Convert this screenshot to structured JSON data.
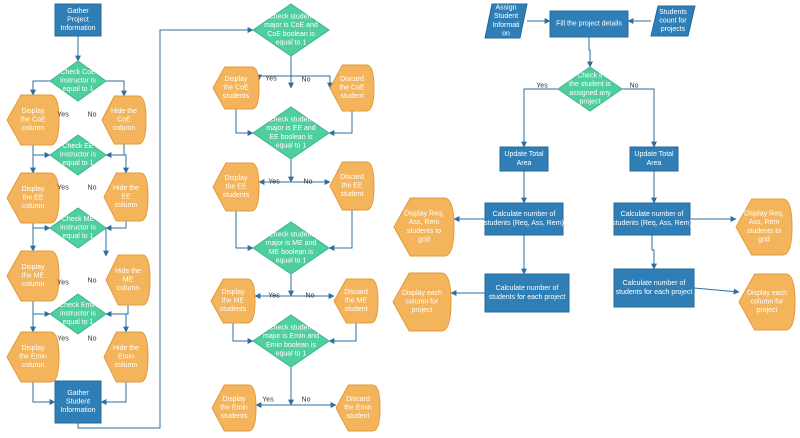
{
  "colors": {
    "process": "#2f7fb6",
    "decision": "#4fce9f",
    "display": "#f4b45b",
    "display_stroke": "#e29a3c",
    "connector": "#2f6ea0",
    "label": "#333333"
  },
  "nodes": [
    {
      "id": "gather-project",
      "shape": "process",
      "lines": [
        "Gather",
        "Project",
        "Information"
      ]
    },
    {
      "id": "check-coe-instr",
      "shape": "decision",
      "lines": [
        "Check CoE",
        "instructor is",
        "equal to 1"
      ]
    },
    {
      "id": "display-coe-col",
      "shape": "display",
      "lines": [
        "Display",
        "the CoE",
        "column"
      ]
    },
    {
      "id": "hide-coe-col",
      "shape": "display",
      "lines": [
        "Hide the",
        "CoE",
        "column"
      ]
    },
    {
      "id": "check-ee-instr",
      "shape": "decision",
      "lines": [
        "Check EE",
        "Instructor is",
        "equal to 1"
      ]
    },
    {
      "id": "display-ee-col",
      "shape": "display",
      "lines": [
        "Display",
        "the EE",
        "column"
      ]
    },
    {
      "id": "hide-ee-col",
      "shape": "display",
      "lines": [
        "Hide the",
        "EE",
        "column"
      ]
    },
    {
      "id": "check-me-instr",
      "shape": "decision",
      "lines": [
        "Check ME",
        "instructor is",
        "equal to 1"
      ]
    },
    {
      "id": "display-me-col",
      "shape": "display",
      "lines": [
        "Display",
        "the ME",
        "column"
      ]
    },
    {
      "id": "hide-me-col",
      "shape": "display",
      "lines": [
        "Hide the",
        "ME",
        "column"
      ]
    },
    {
      "id": "check-emin-instr",
      "shape": "decision",
      "lines": [
        "Check Emin",
        "instructor is",
        "equal to 1"
      ]
    },
    {
      "id": "display-emin-col",
      "shape": "display",
      "lines": [
        "Display",
        "the Emin",
        "column"
      ]
    },
    {
      "id": "hide-emin-col",
      "shape": "display",
      "lines": [
        "Hide the",
        "Emin",
        "column"
      ]
    },
    {
      "id": "gather-student",
      "shape": "process",
      "lines": [
        "Gather",
        "Student",
        "Information"
      ]
    },
    {
      "id": "check-coe-major",
      "shape": "decision",
      "lines": [
        "Check student",
        "major is CoE and",
        "CoE boolean is",
        "equal to 1"
      ]
    },
    {
      "id": "display-coe-students",
      "shape": "display",
      "lines": [
        "Display",
        "the CoE",
        "students"
      ]
    },
    {
      "id": "discard-coe-student",
      "shape": "display",
      "lines": [
        "Discard",
        "the CoE",
        "student"
      ]
    },
    {
      "id": "check-ee-major",
      "shape": "decision",
      "lines": [
        "Check student",
        "major is EE and",
        "EE boolean is",
        "equal to 1"
      ]
    },
    {
      "id": "display-ee-students",
      "shape": "display",
      "lines": [
        "Display",
        "the EE",
        "students"
      ]
    },
    {
      "id": "discard-ee-student",
      "shape": "display",
      "lines": [
        "Discard",
        "the EE",
        "student"
      ]
    },
    {
      "id": "check-me-major",
      "shape": "decision",
      "lines": [
        "Check student",
        "major is ME and",
        "ME boolean is",
        "equal to 1"
      ]
    },
    {
      "id": "display-me-students",
      "shape": "display",
      "lines": [
        "Display",
        "the ME",
        "students"
      ]
    },
    {
      "id": "discard-me-student",
      "shape": "display",
      "lines": [
        "Discard",
        "the ME",
        "student"
      ]
    },
    {
      "id": "check-emin-major",
      "shape": "decision",
      "lines": [
        "Check student",
        "major is Emin and",
        "Emin boolean is",
        "equal to 1"
      ]
    },
    {
      "id": "display-emin-students",
      "shape": "display",
      "lines": [
        "Display",
        "the Emin",
        "students"
      ]
    },
    {
      "id": "discard-emin-student",
      "shape": "display",
      "lines": [
        "Discard",
        "the Emin",
        "student"
      ]
    },
    {
      "id": "assign-student-info",
      "shape": "data",
      "lines": [
        "Assign",
        "Student",
        "Informati",
        "on"
      ]
    },
    {
      "id": "fill-project-details",
      "shape": "process",
      "lines": [
        "Fill the project details"
      ]
    },
    {
      "id": "students-count",
      "shape": "data",
      "lines": [
        "Students",
        "count for",
        "projects"
      ]
    },
    {
      "id": "check-assigned",
      "shape": "decision",
      "lines": [
        "Check if",
        "the student is",
        "assigned any",
        "project"
      ]
    },
    {
      "id": "update-area-left",
      "shape": "process",
      "lines": [
        "Update Total",
        "Area"
      ]
    },
    {
      "id": "update-area-right",
      "shape": "process",
      "lines": [
        "Update Total",
        "Area"
      ]
    },
    {
      "id": "calc-rar-left",
      "shape": "process",
      "lines": [
        "Calculate number of",
        "students (Req, Ass, Rem)"
      ]
    },
    {
      "id": "calc-rar-right",
      "shape": "process",
      "lines": [
        "Calculate number of",
        "students (Req, Ass, Rem)"
      ]
    },
    {
      "id": "display-rar-grid-left",
      "shape": "display",
      "lines": [
        "Display Req,",
        "Ass, Rem",
        "students to",
        "grid"
      ]
    },
    {
      "id": "display-rar-grid-right",
      "shape": "display",
      "lines": [
        "Display Req,",
        "Ass, Rem",
        "students to",
        "grid"
      ]
    },
    {
      "id": "calc-each-left",
      "shape": "process",
      "lines": [
        "Calculate  number of",
        "students for each project"
      ]
    },
    {
      "id": "calc-each-right",
      "shape": "process",
      "lines": [
        "Calculate  number of",
        "students for each project"
      ]
    },
    {
      "id": "display-each-left",
      "shape": "display",
      "lines": [
        "Display each",
        "column for",
        "project"
      ]
    },
    {
      "id": "display-each-right",
      "shape": "display",
      "lines": [
        "Display each",
        "column for",
        "project"
      ]
    }
  ],
  "edge_labels": [
    {
      "id": "coe-instr-yes",
      "text": "Yes"
    },
    {
      "id": "coe-instr-no",
      "text": "No"
    },
    {
      "id": "ee-instr-yes",
      "text": "Yes"
    },
    {
      "id": "ee-instr-no",
      "text": "No"
    },
    {
      "id": "me-instr-yes",
      "text": "Yes"
    },
    {
      "id": "me-instr-no",
      "text": "No"
    },
    {
      "id": "emin-instr-yes",
      "text": "Yes"
    },
    {
      "id": "emin-instr-no",
      "text": "No"
    },
    {
      "id": "coe-major-yes",
      "text": "Yes"
    },
    {
      "id": "coe-major-no",
      "text": "No"
    },
    {
      "id": "ee-major-yes",
      "text": "Yes"
    },
    {
      "id": "ee-major-no",
      "text": "No"
    },
    {
      "id": "me-major-yes",
      "text": "Yes"
    },
    {
      "id": "me-major-no",
      "text": "No"
    },
    {
      "id": "emin-major-yes",
      "text": "Yes"
    },
    {
      "id": "emin-major-no",
      "text": "No"
    },
    {
      "id": "assigned-yes",
      "text": "Yes"
    },
    {
      "id": "assigned-no",
      "text": "No"
    }
  ]
}
